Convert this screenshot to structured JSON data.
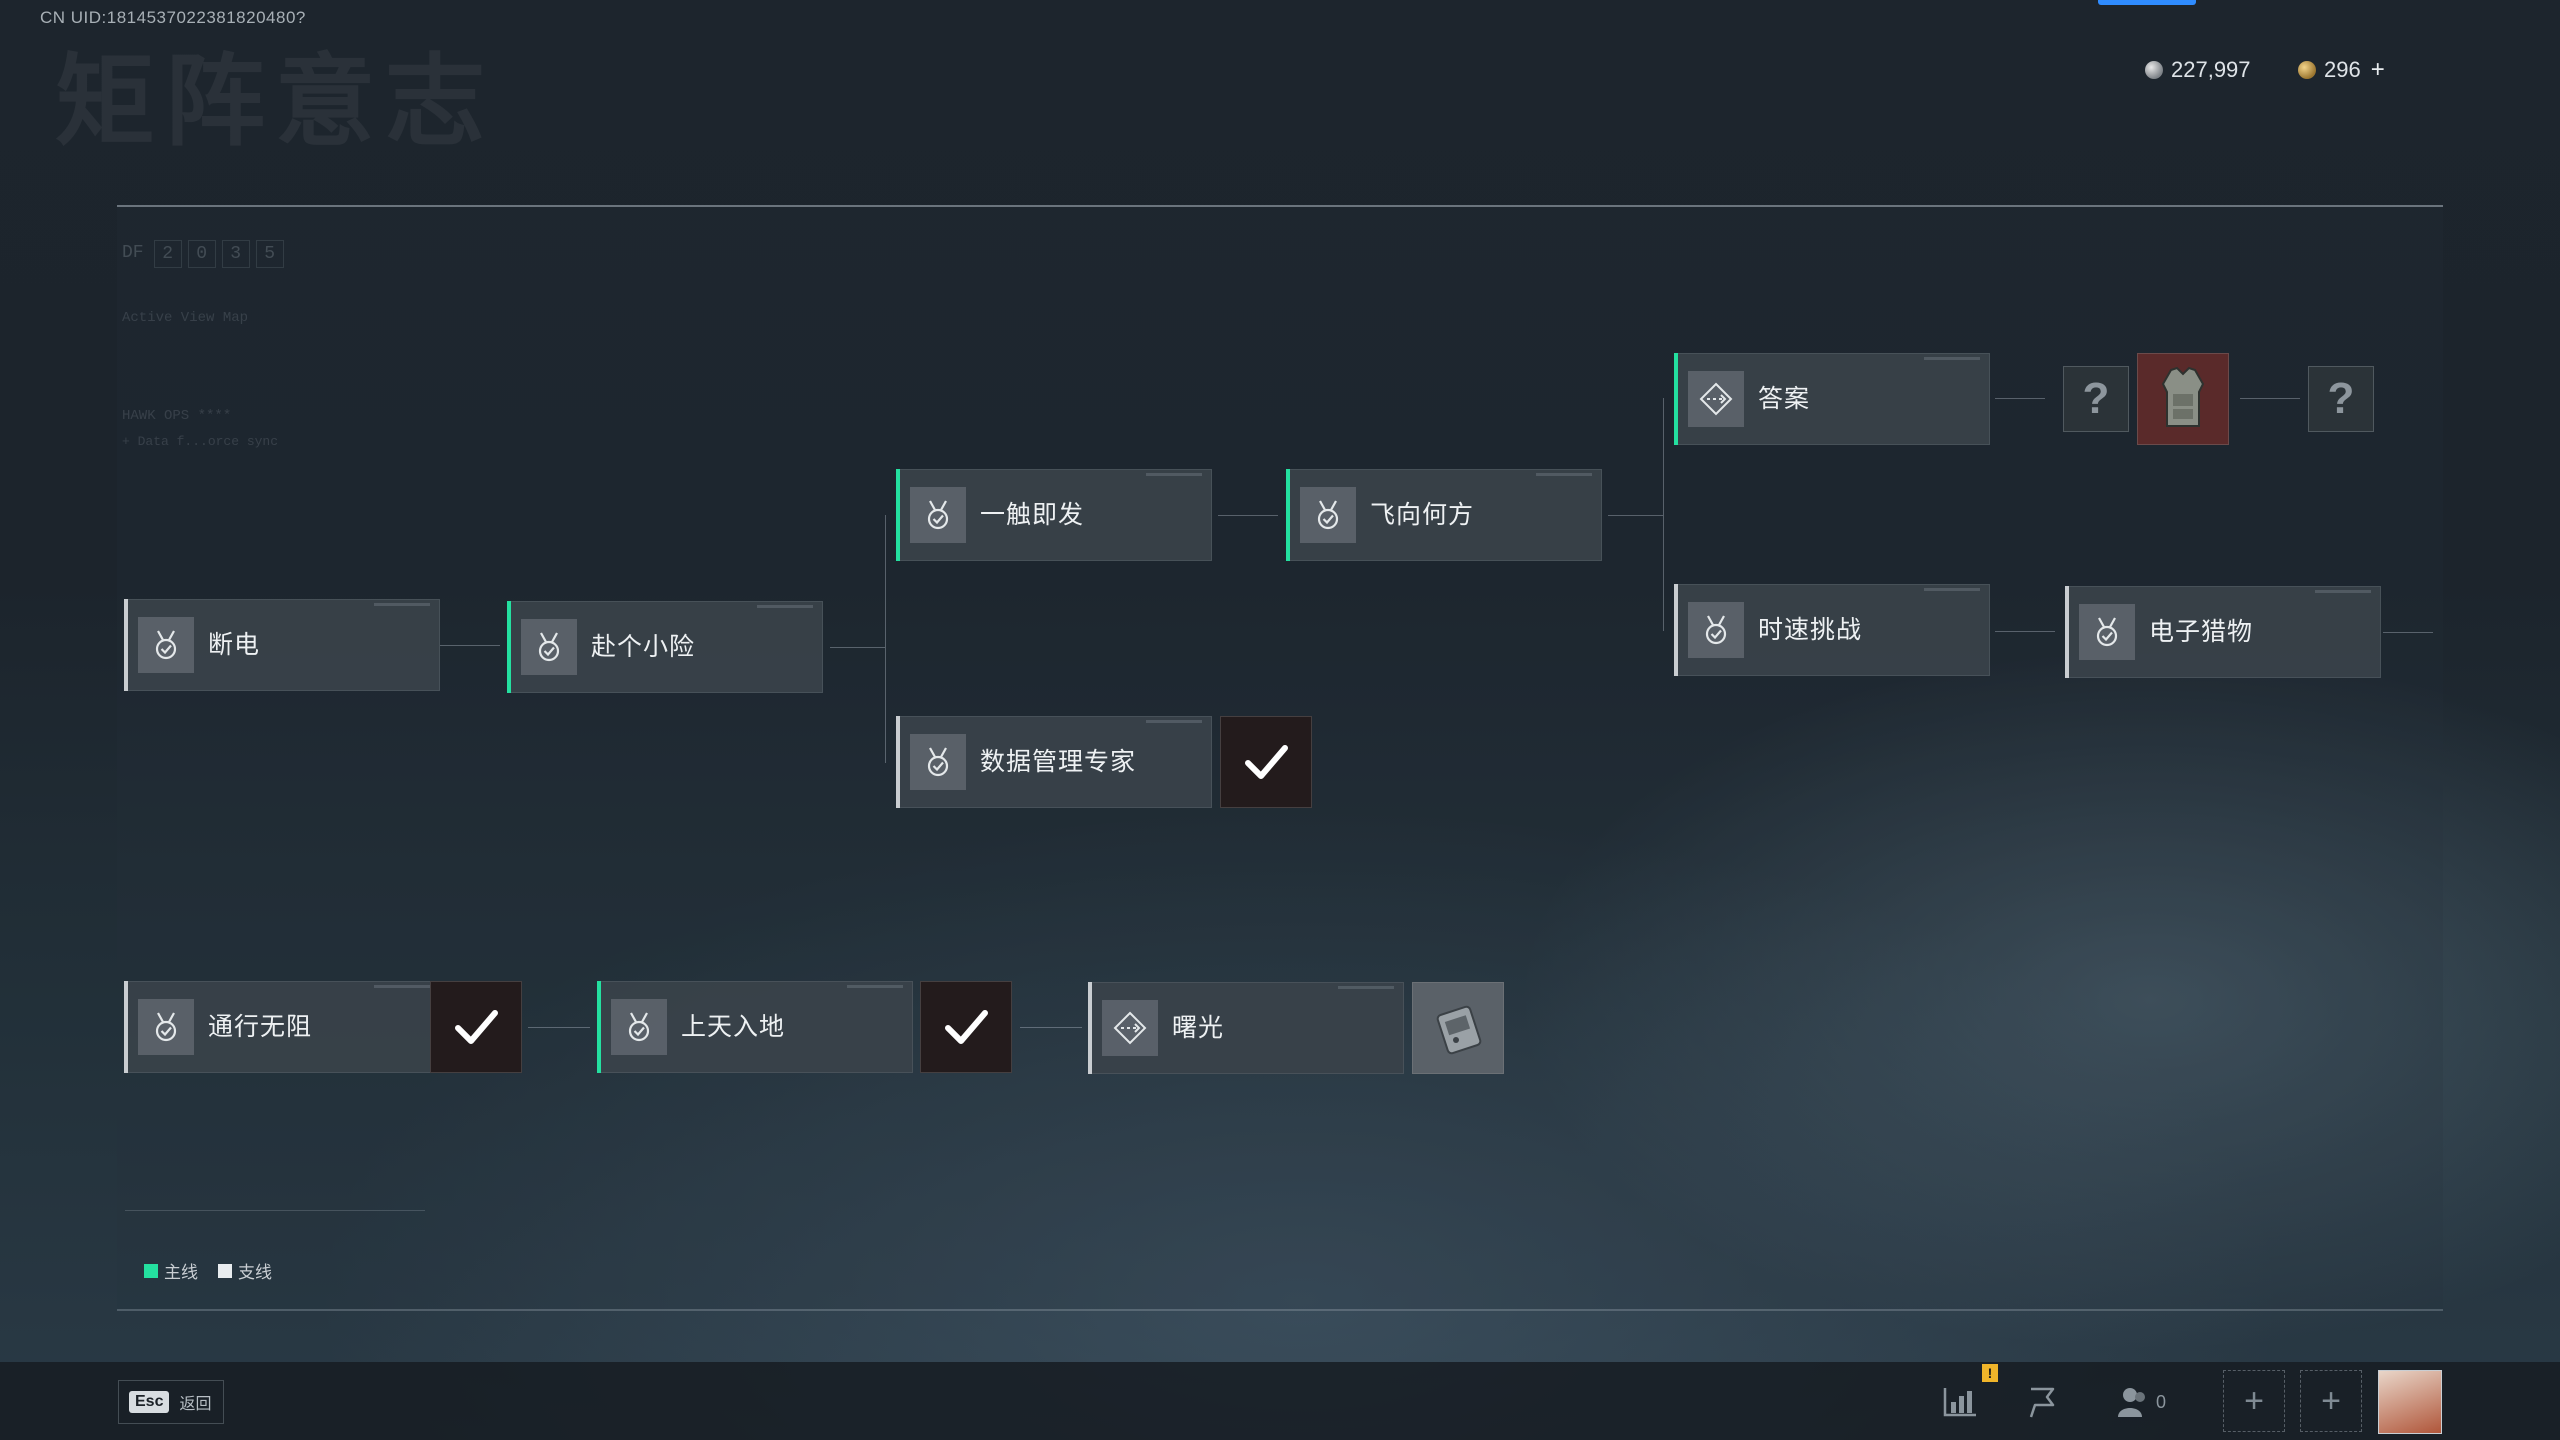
{
  "header": {
    "uid": "CN UID:1814537022381820480?",
    "bg_title": "矩阵意志",
    "currency_silver": "227,997",
    "currency_gold": "296",
    "add_label": "+"
  },
  "panel": {
    "df_label": "DF",
    "df_digits": [
      "2",
      "0",
      "3",
      "5"
    ],
    "deco_line1": "Active View Map",
    "deco_line2": "HAWK OPS ****",
    "deco_line3": "+ Data f...orce sync"
  },
  "nodes": {
    "duandian": "断电",
    "fugexiaoxian": "赴个小险",
    "yichujifa": "一触即发",
    "feixianghefang": "飞向何方",
    "shujuguanlizhuanjia": "数据管理专家",
    "daan": "答案",
    "shisutiaozhan": "时速挑战",
    "dianzilewu": "电子猎物",
    "tongxingwuzu": "通行无阻",
    "shangtianrudi": "上天入地",
    "shuguang": "曙光"
  },
  "unknown_mark": "?",
  "legend": {
    "main_label": "主线",
    "side_label": "支线",
    "main_color": "#24e0a0",
    "side_color": "#e8ecef"
  },
  "footer": {
    "esc_key": "Esc",
    "back_label": "返回",
    "friends_count": "0",
    "alert_mark": "!"
  }
}
